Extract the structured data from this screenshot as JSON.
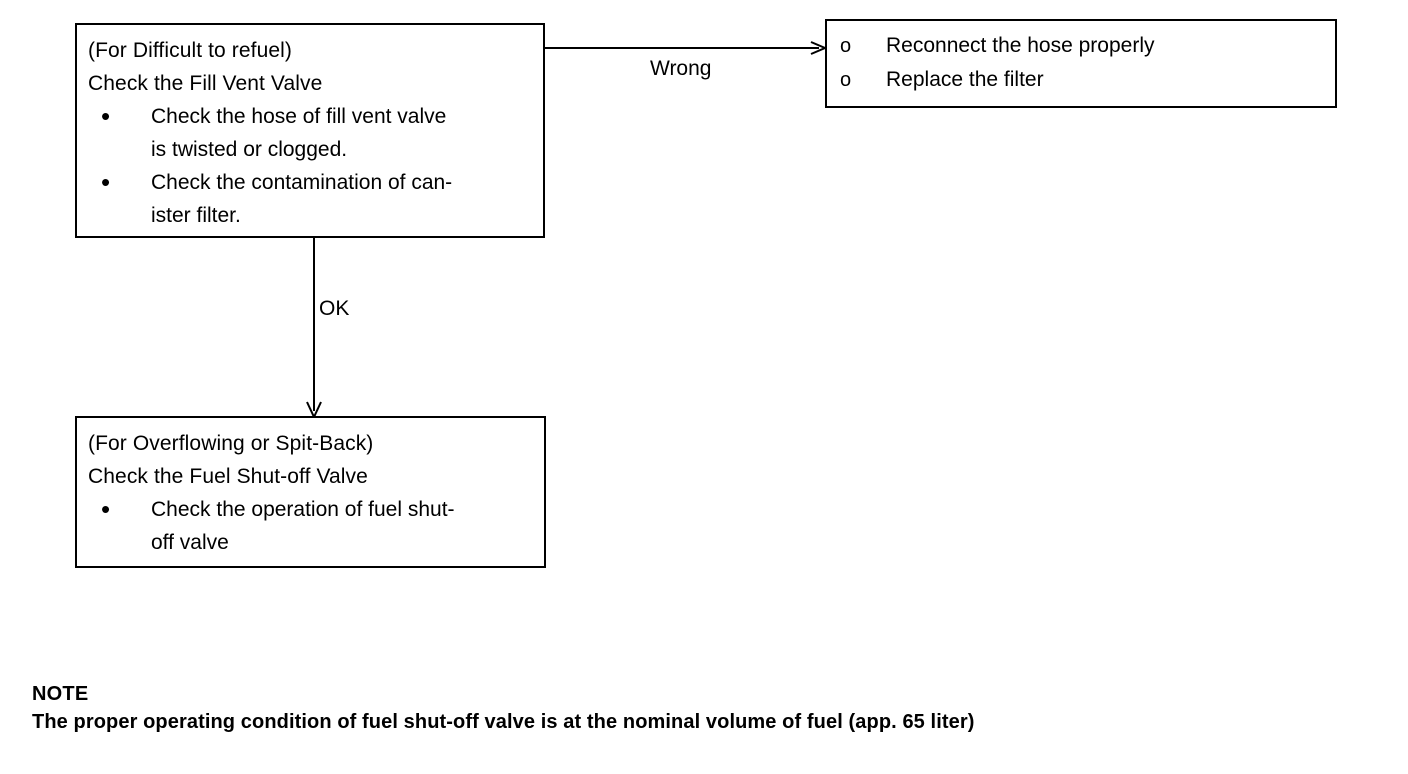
{
  "diagram": {
    "type": "flowchart",
    "background_color": "#ffffff",
    "line_color": "#000000",
    "boxes": [
      {
        "id": "fill-vent-valve",
        "heading_1": "(For Difficult to refuel)",
        "heading_2": "Check the Fill Vent Valve",
        "bullet_marker": "•",
        "items": [
          {
            "line_1": "Check the hose of fill vent valve",
            "line_2": "is twisted or clogged."
          },
          {
            "line_1": "Check the contamination of can-",
            "line_2": "ister filter."
          }
        ]
      },
      {
        "id": "wrong-actions",
        "bullet_marker": "o",
        "items": [
          {
            "line_1": "Reconnect the hose properly",
            "line_2": ""
          },
          {
            "line_1": "Replace the filter",
            "line_2": ""
          }
        ]
      },
      {
        "id": "fuel-shutoff-valve",
        "heading_1": "(For Overflowing or Spit-Back)",
        "heading_2": "Check the Fuel Shut-off Valve",
        "bullet_marker": "•",
        "items": [
          {
            "line_1": "Check the operation of fuel shut-",
            "line_2": "off valve"
          }
        ]
      }
    ],
    "connectors": [
      {
        "id": "wrong",
        "label": "Wrong",
        "direction": "right",
        "from": "fill-vent-valve",
        "to": "wrong-actions"
      },
      {
        "id": "ok",
        "label": "OK",
        "direction": "down",
        "from": "fill-vent-valve",
        "to": "fuel-shutoff-valve"
      }
    ]
  },
  "note": {
    "title": "NOTE",
    "text": "The proper operating condition of fuel shut-off valve is at the nominal volume of fuel (app. 65 liter)"
  }
}
